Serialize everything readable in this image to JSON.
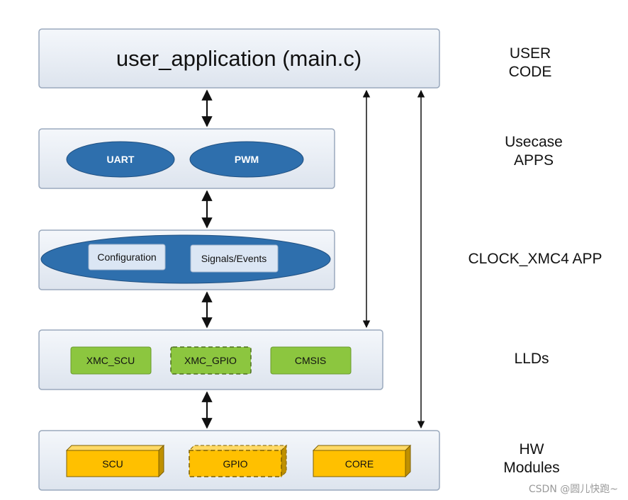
{
  "layers": {
    "user": {
      "title": "user_application (main.c)",
      "side_label_line1": "USER",
      "side_label_line2": "CODE"
    },
    "usecase": {
      "items": [
        "UART",
        "PWM"
      ],
      "side_label_line1": "Usecase",
      "side_label_line2": "APPS"
    },
    "clock": {
      "items": [
        "Configuration",
        "Signals/Events"
      ],
      "side_label": "CLOCK_XMC4 APP"
    },
    "lld": {
      "items": [
        "XMC_SCU",
        "XMC_GPIO",
        "CMSIS"
      ],
      "side_label": "LLDs"
    },
    "hw": {
      "items": [
        "SCU",
        "GPIO",
        "CORE"
      ],
      "side_label_line1": "HW",
      "side_label_line2": "Modules"
    }
  },
  "colors": {
    "box_fill_top": "#f4f7fb",
    "box_fill_bottom": "#dfe6f0",
    "ellipse_blue": "#2e6fad",
    "lld_green": "#8cc63f",
    "hw_yellow": "#ffc000"
  },
  "watermark": "CSDN @圆儿快跑~"
}
